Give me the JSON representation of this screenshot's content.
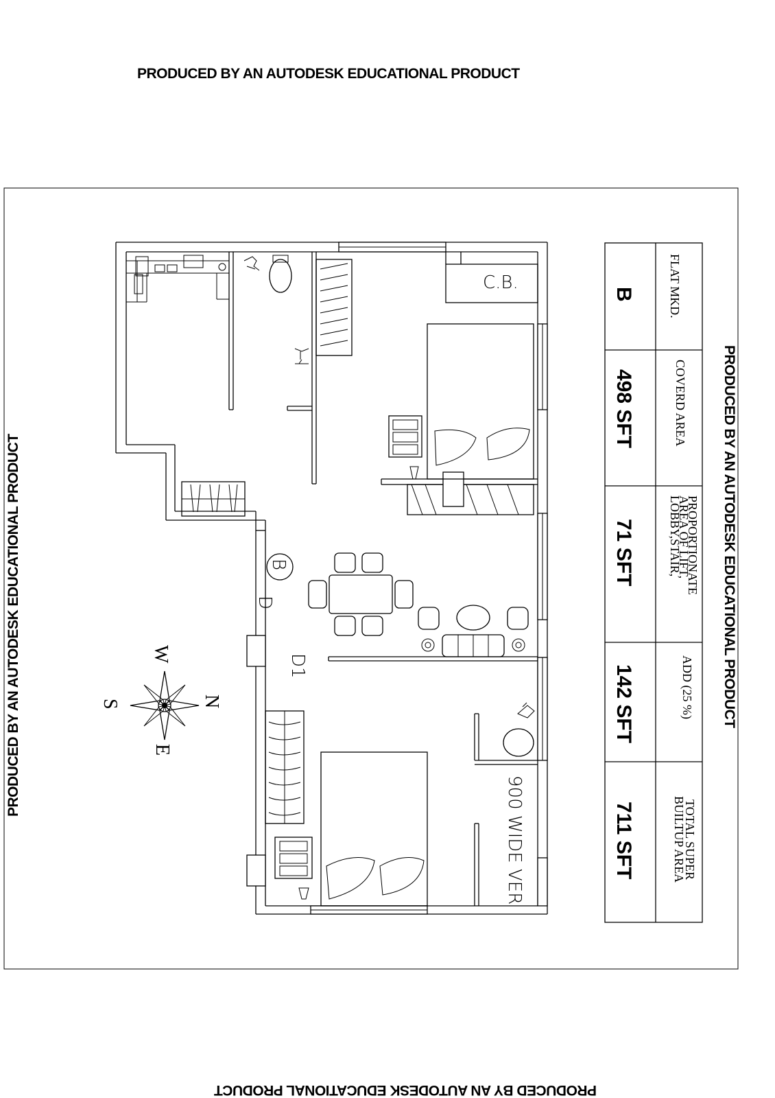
{
  "watermark": "PRODUCED BY AN AUTODESK EDUCATIONAL PRODUCT",
  "table": {
    "headers": [
      "FLAT MKD.",
      "COVERD AREA",
      "PROPORTIONATE",
      "AREA OF LIFT,",
      "LOBBY,STAIR,",
      "ADD (25 %)",
      "TOTAL SUPER",
      "BUILTUP AREA"
    ],
    "values": [
      "B",
      "498 SFT",
      "71 SFT",
      "142 SFT",
      "711 SFT"
    ]
  },
  "labels": {
    "cb": "C.B.",
    "b": "B",
    "d": "D",
    "d1": "D1",
    "verandah": "900 WIDE VER"
  },
  "compass": {
    "n": "N",
    "s": "S",
    "e": "E",
    "w": "W"
  }
}
